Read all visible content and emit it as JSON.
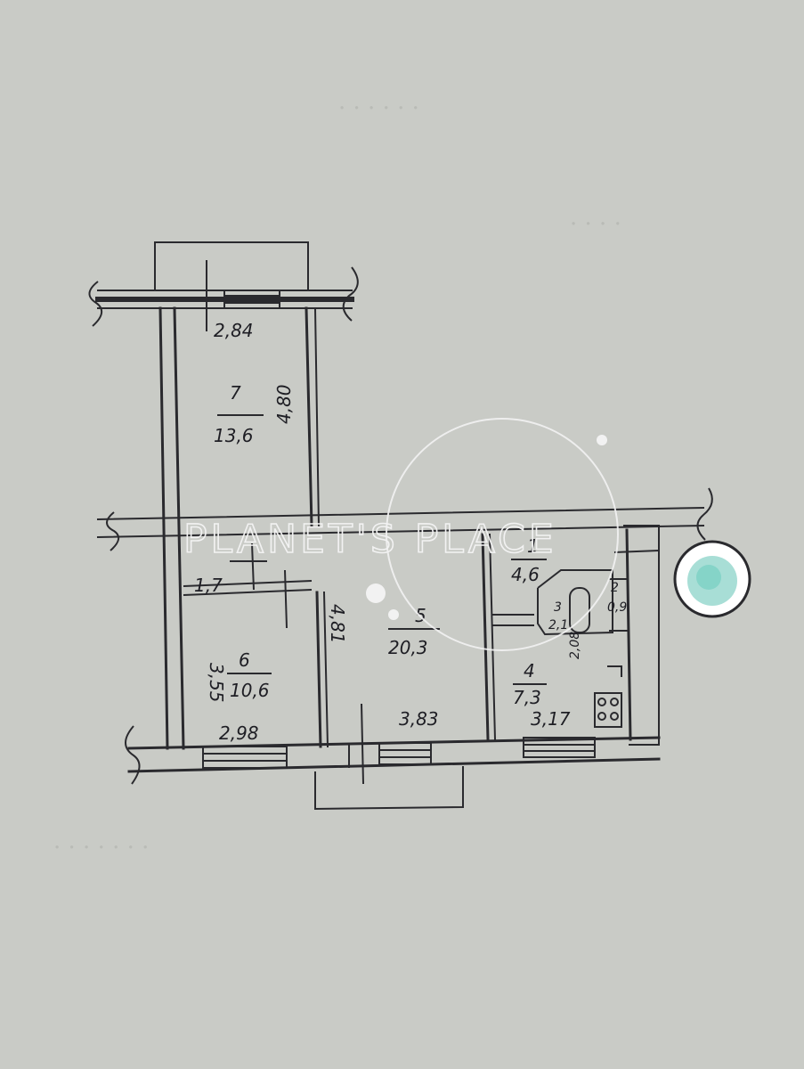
{
  "watermark": "PLANET'S PLACE",
  "rooms": [
    {
      "id": "7",
      "area": "13,6"
    },
    {
      "id": "6",
      "area": "10,6"
    },
    {
      "id": "5",
      "area": "20,3"
    },
    {
      "id": "4",
      "area": "7,3"
    },
    {
      "id": "1",
      "area": "4,6"
    },
    {
      "id": "3",
      "area": "2,1"
    },
    {
      "id": "2",
      "area": "0,9"
    }
  ],
  "storage_area": "1,7",
  "dimensions": {
    "top_width": "2,84",
    "room7_height": "4,80",
    "room6_height": "3,55",
    "room6_width": "2,98",
    "room5_height": "4,81",
    "room5_width": "3,83",
    "room4_width": "3,17",
    "room4_height": "2,08"
  }
}
